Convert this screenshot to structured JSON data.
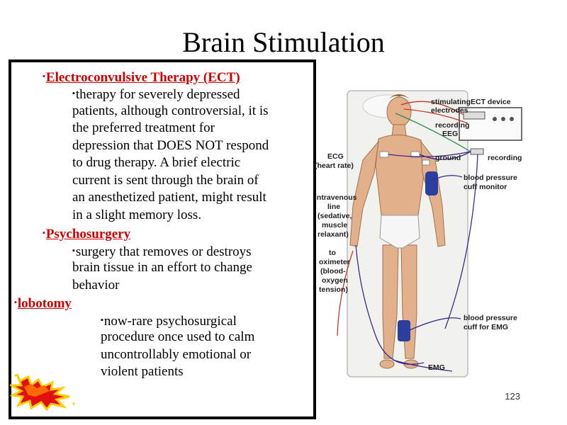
{
  "slide": {
    "title": "Brain Stimulation",
    "page_number": "123"
  },
  "content": {
    "ect_heading": "Electroconvulsive Therapy (ECT)",
    "ect_lines": [
      "therapy for severely depressed",
      "patients, although controversial, it is",
      "the preferred treatment for",
      "depression that DOES NOT respond",
      "to drug therapy. A brief electric",
      "current is sent through the brain of",
      "an anesthetized patient, might result",
      "in a slight memory loss."
    ],
    "psycho_heading": "Psychosurgery",
    "psycho_lines": [
      "surgery that removes or destroys",
      "brain tissue in an effort to change",
      "behavior"
    ],
    "lobotomy_heading": "lobotomy",
    "lobotomy_lines": [
      "now-rare psychosurgical",
      "procedure once used to calm",
      "uncontrollably emotional or",
      "violent patients"
    ]
  },
  "figure_labels": {
    "stimulating_electrodes": [
      "stimulating",
      "electrodes"
    ],
    "recording_eeg": [
      "recording",
      "EEG"
    ],
    "ect_device": "ECT device",
    "ground": "ground",
    "recording": "recording",
    "ecg": [
      "ECG",
      "(heart rate)"
    ],
    "bp_monitor": [
      "blood pressure",
      "cuff monitor"
    ],
    "iv_line": [
      "intravenous",
      "line",
      "(sedative,",
      "muscle",
      "relaxant)"
    ],
    "oximeter": [
      "to",
      "oximeter",
      "(blood-",
      "oxygen",
      "tension)"
    ],
    "bp_emg": [
      "blood pressure",
      "cuff for EMG"
    ],
    "emg": "EMG"
  },
  "colors": {
    "heading_red": "#d00000",
    "wire_red": "#c0392b",
    "wire_purple": "#3b2a8a",
    "cuff_blue": "#2c3e9e",
    "skin": "#e2b08a"
  }
}
